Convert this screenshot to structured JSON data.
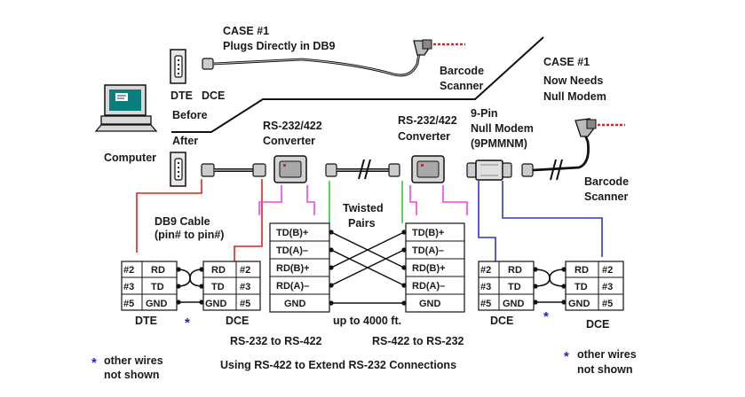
{
  "top_left": {
    "case_line1": "CASE #1",
    "case_line2": "Plugs Directly in DB9",
    "barcode_line1": "Barcode",
    "barcode_line2": "Scanner",
    "dte": "DTE",
    "dce": "DCE",
    "before": "Before",
    "after": "After",
    "computer": "Computer"
  },
  "top_right": {
    "case_line1": "CASE #1",
    "case_line2": "Now Needs",
    "case_line3": "Null Modem"
  },
  "converters": {
    "left_line1": "RS-232/422",
    "left_line2": "Converter",
    "right_line1": "RS-232/422",
    "right_line2": "Converter"
  },
  "null_modem": {
    "line1": "9-Pin",
    "line2": "Null Modem",
    "line3": "(9PMMNM)"
  },
  "scanner_right": {
    "line1": "Barcode",
    "line2": "Scanner"
  },
  "twisted": {
    "line1": "Twisted",
    "line2": "Pairs"
  },
  "cable": {
    "line1": "DB9 Cable",
    "line2": "(pin# to pin#)"
  },
  "pin_table_left": {
    "pins": [
      "#2",
      "#3",
      "#5"
    ],
    "signals_left": [
      "RD",
      "TD",
      "GND"
    ],
    "signals_right": [
      "RD",
      "TD",
      "GND"
    ],
    "pins_right": [
      "#2",
      "#3",
      "#5"
    ],
    "label_left": "DTE",
    "label_right": "DCE"
  },
  "rs422_left": {
    "rows": [
      "TD(B)+",
      "TD(A)–",
      "RD(B)+",
      "RD(A)–",
      "GND"
    ]
  },
  "rs422_right": {
    "rows": [
      "TD(B)+",
      "TD(A)–",
      "RD(B)+",
      "RD(A)–",
      "GND"
    ]
  },
  "pin_table_right": {
    "pins_left": [
      "#2",
      "#3",
      "#5"
    ],
    "signals_left": [
      "RD",
      "TD",
      "GND"
    ],
    "signals_right": [
      "RD",
      "TD",
      "GND"
    ],
    "pins_right": [
      "#2",
      "#3",
      "#5"
    ],
    "label_left": "DCE",
    "label_right": "DCE"
  },
  "distance": "up to 4000 ft.",
  "rs232_to_rs422": "RS-232 to RS-422",
  "rs422_to_rs232": "RS-422 to RS-232",
  "caption": "Using RS-422 to Extend RS-232 Connections",
  "star": "*",
  "footnote_left": {
    "line1": "other wires",
    "line2": "not shown"
  },
  "footnote_right": {
    "line1": "other wires",
    "line2": "not shown"
  },
  "colors": {
    "red": "#dd2222",
    "magenta": "#ee44ee",
    "green": "#33cc33",
    "blue": "#3333cc",
    "black": "#111111",
    "monitor_screen": "#0a7d7d"
  }
}
